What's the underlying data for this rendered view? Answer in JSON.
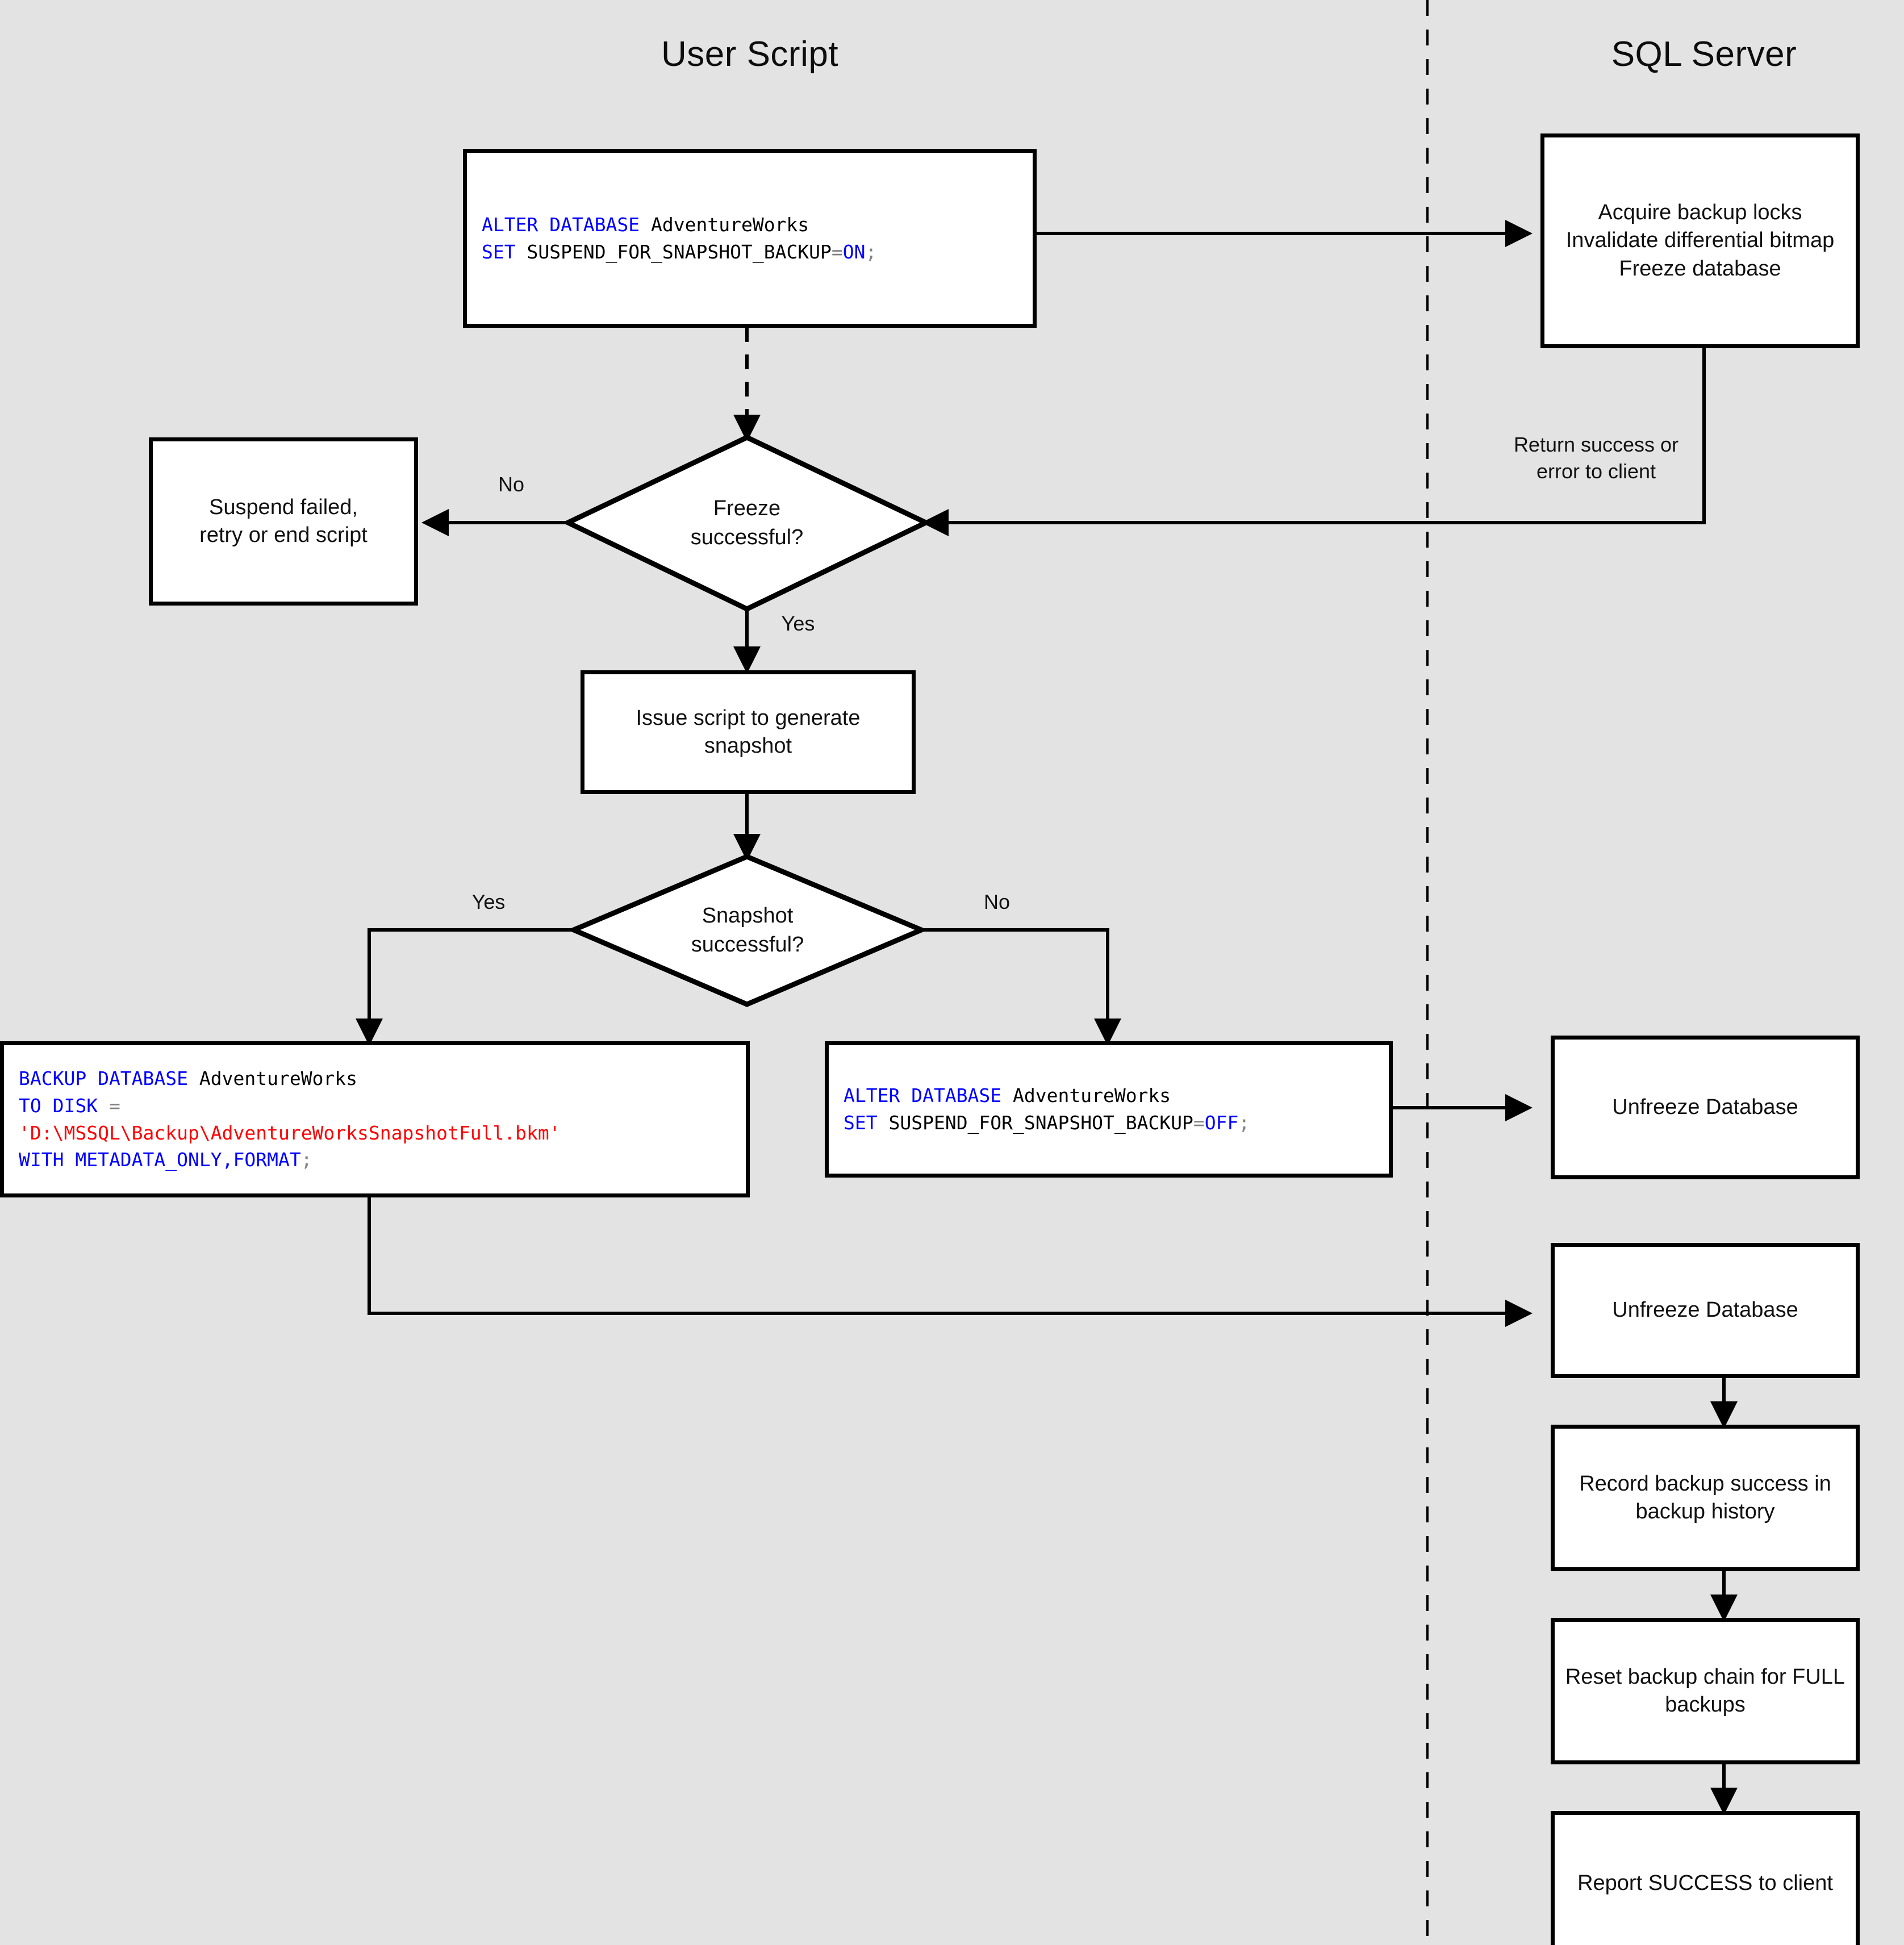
{
  "diagram": {
    "title": "SQL Server snapshot backup flow",
    "background_color": "#e3e3e3",
    "node_fill": "#ffffff",
    "stroke_color": "#000000",
    "keyword_color": "#0000ff",
    "string_color": "#ff0000",
    "operator_color": "#808080",
    "divider": "dashed-vertical-lane-divider"
  },
  "lanes": [
    {
      "id": "user-script",
      "title": "User Script"
    },
    {
      "id": "sql-server",
      "title": "SQL Server"
    }
  ],
  "code_nodes": [
    {
      "id": "alter-suspend-on",
      "lines": [
        [
          {
            "t": "ALTER DATABASE ",
            "c": "kw"
          },
          {
            "t": "AdventureWorks",
            "c": "plain"
          }
        ],
        [
          {
            "t": "SET ",
            "c": "kw"
          },
          {
            "t": "SUSPEND_FOR_SNAPSHOT_BACKUP",
            "c": "plain"
          },
          {
            "t": "=",
            "c": "op"
          },
          {
            "t": "ON",
            "c": "kw"
          },
          {
            "t": ";",
            "c": "op"
          }
        ]
      ]
    },
    {
      "id": "backup-database",
      "lines": [
        [
          {
            "t": "BACKUP DATABASE ",
            "c": "kw"
          },
          {
            "t": "AdventureWorks",
            "c": "plain"
          }
        ],
        [
          {
            "t": "TO DISK ",
            "c": "kw"
          },
          {
            "t": "=",
            "c": "op"
          }
        ],
        [
          {
            "t": "'D:\\MSSQL\\Backup\\AdventureWorksSnapshotFull.bkm'",
            "c": "str"
          }
        ],
        [
          {
            "t": "WITH METADATA_ONLY,FORMAT",
            "c": "kw"
          },
          {
            "t": ";",
            "c": "op"
          }
        ]
      ]
    },
    {
      "id": "alter-suspend-off",
      "lines": [
        [
          {
            "t": "ALTER DATABASE ",
            "c": "kw"
          },
          {
            "t": "AdventureWorks",
            "c": "plain"
          }
        ],
        [
          {
            "t": "SET ",
            "c": "kw"
          },
          {
            "t": "SUSPEND_FOR_SNAPSHOT_BACKUP",
            "c": "plain"
          },
          {
            "t": "=",
            "c": "op"
          },
          {
            "t": "OFF",
            "c": "kw"
          },
          {
            "t": ";",
            "c": "op"
          }
        ]
      ]
    }
  ],
  "process_nodes": {
    "acquire_locks": "Acquire backup locks\nInvalidate differential bitmap\nFreeze database",
    "suspend_failed": "Suspend failed,\nretry or end script",
    "issue_script": "Issue script to generate\nsnapshot",
    "unfreeze_database_1": "Unfreeze Database",
    "unfreeze_database_2": "Unfreeze Database",
    "record_backup": "Record backup success in\nbackup history",
    "reset_chain": "Reset backup chain for FULL\nbackups",
    "report_success": "Report SUCCESS to client"
  },
  "decision_nodes": {
    "freeze_successful": "Freeze\nsuccessful?",
    "snapshot_successful": "Snapshot\nsuccessful?"
  },
  "edge_labels": {
    "freeze_no": "No",
    "freeze_yes": "Yes",
    "snapshot_yes": "Yes",
    "snapshot_no": "No",
    "return_to_client": "Return success or\nerror to client"
  }
}
